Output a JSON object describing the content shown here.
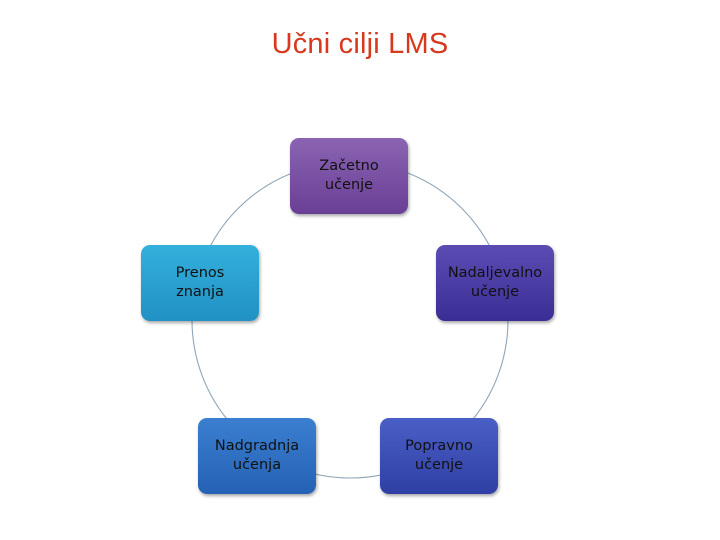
{
  "title": "Učni cilji LMS",
  "colors": {
    "title": "#d7391f",
    "ring": "#8fa6b8"
  },
  "nodes": {
    "start": {
      "line1": "Začetno",
      "line2": "učenje"
    },
    "continuing": {
      "line1": "Nadaljevalno",
      "line2": "učenje"
    },
    "remedial": {
      "line1": "Popravno",
      "line2": "učenje"
    },
    "upgrade": {
      "line1": "Nadgradnja",
      "line2": "učenja"
    },
    "transfer": {
      "line1": "Prenos",
      "line2": "znanja"
    }
  }
}
